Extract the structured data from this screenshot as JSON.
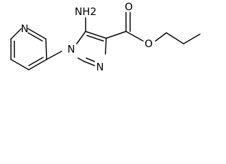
{
  "molecule": {
    "atoms": {
      "pyridine_n": "N",
      "imidazole_n1": "N",
      "imidazole_n3": "N",
      "amine": "NH2",
      "carbonyl_o": "O",
      "ester_o": "O"
    }
  }
}
